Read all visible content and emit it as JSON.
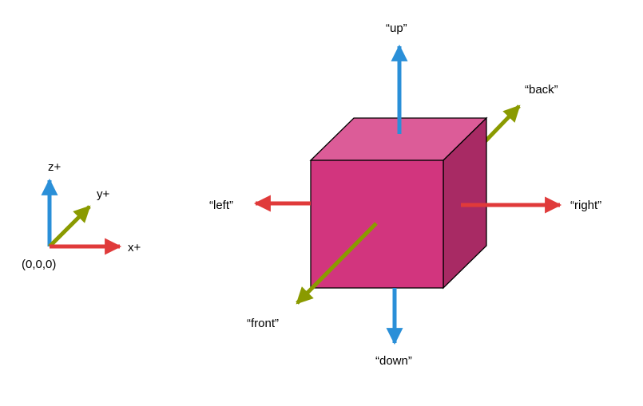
{
  "axes_legend": {
    "origin_label": "(0,0,0)",
    "x_label": "x+",
    "y_label": "y+",
    "z_label": "z+"
  },
  "directions": {
    "up": "“up”",
    "down": "“down”",
    "left": "“left”",
    "right": "“right”",
    "front": "“front”",
    "back": "“back”"
  },
  "colors": {
    "x_axis": "#e03a3a",
    "y_axis": "#8a9a00",
    "z_axis": "#2a8fd8",
    "cube_front": "#d2357e",
    "cube_top": "#dc5c98",
    "cube_side": "#a82a64",
    "outline": "#000000"
  }
}
